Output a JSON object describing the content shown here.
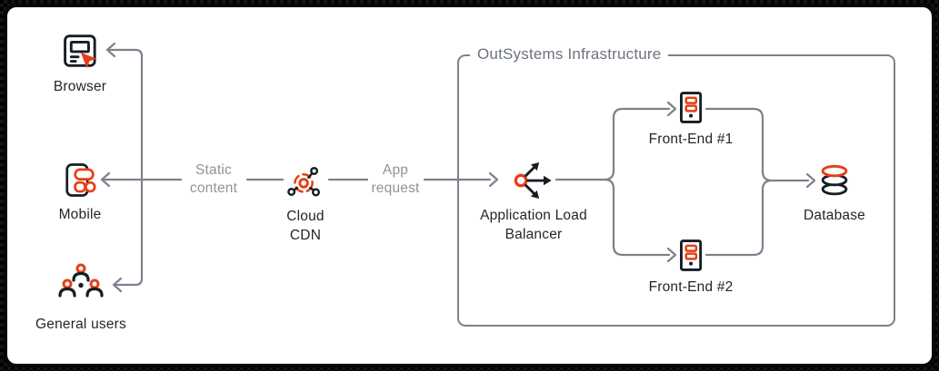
{
  "colors": {
    "ink": "#161d24",
    "accent": "#e73e16",
    "line": "#7b828c",
    "muted": "#8e949c",
    "muted-dark": "#6b737d",
    "label": "#20262c",
    "canvas": "#ffffff"
  },
  "diagram": {
    "infrastructure_box": {
      "title": "OutSystems Infrastructure"
    },
    "nodes": {
      "browser": {
        "label": "Browser",
        "icon": "browser-window-cursor-icon"
      },
      "mobile": {
        "label": "Mobile",
        "icon": "mobile-phone-icon"
      },
      "general_users": {
        "label": "General users",
        "icon": "user-group-icon"
      },
      "cloud_cdn": {
        "label": "Cloud CDN",
        "icon": "network-hub-icon"
      },
      "load_balancer": {
        "label": "Application Load Balancer",
        "icon": "load-balancer-arrows-icon"
      },
      "front_end_1": {
        "label": "Front-End #1",
        "icon": "server-icon"
      },
      "front_end_2": {
        "label": "Front-End #2",
        "icon": "server-icon"
      },
      "database": {
        "label": "Database",
        "icon": "database-cylinder-icon"
      }
    },
    "edge_labels": {
      "static_content": "Static content",
      "app_request": "App request"
    }
  }
}
